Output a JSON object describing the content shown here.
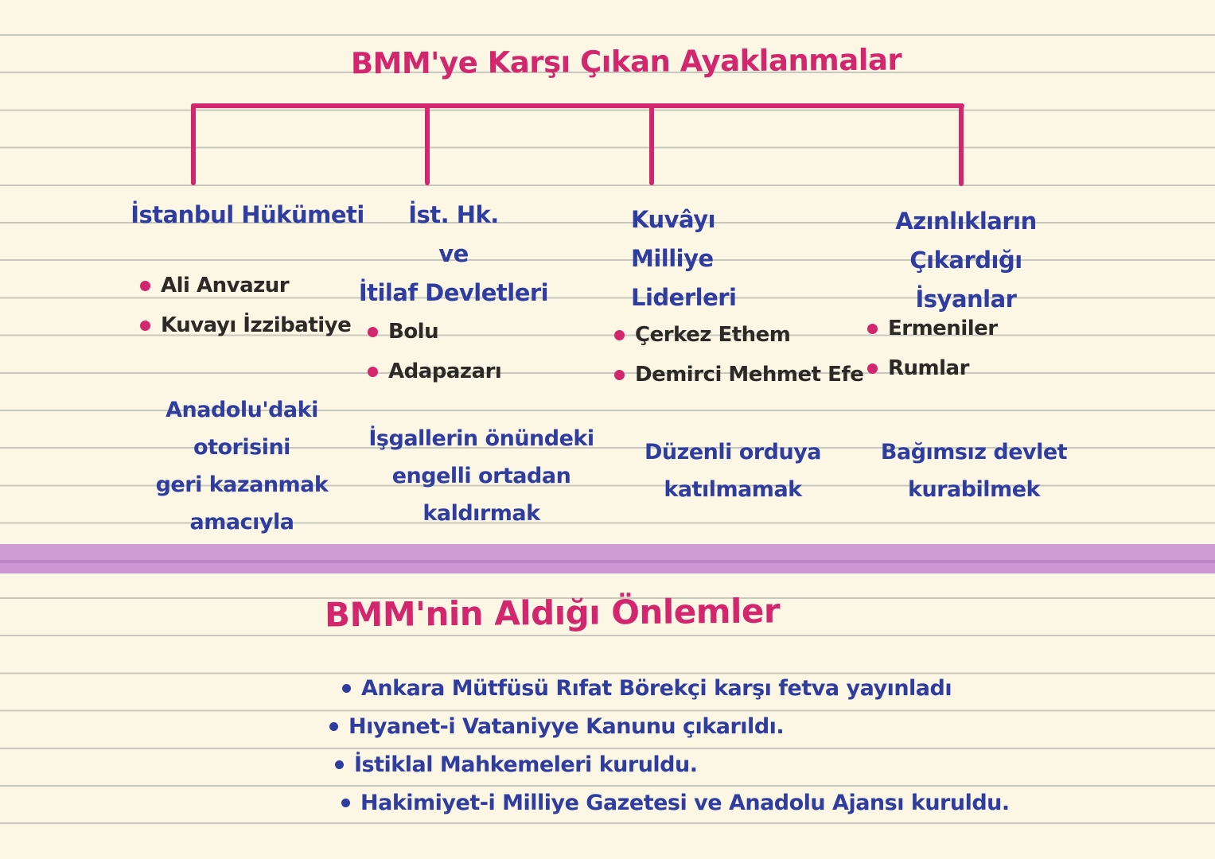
{
  "palette": {
    "paper": "#fbf7e4",
    "rule_line": "#c9c8bf",
    "ink_pink": "#d2276e",
    "ink_blue": "#2f3da0",
    "ink_dark": "#2b2a26",
    "divider_band": "#cc96d2"
  },
  "diagram": {
    "title": "BMM'ye Karşı Çıkan Ayaklanmalar",
    "branches": [
      {
        "header_lines": [
          "İstanbul Hükümeti"
        ],
        "items": [
          "Ali Anvazur",
          "Kuvayı İzzibatiye"
        ],
        "purpose_lines": [
          "Anadolu'daki otorisini",
          "geri kazanmak",
          "amacıyla"
        ]
      },
      {
        "header_lines": [
          "İst. Hk.",
          "ve",
          "İtilaf Devletleri"
        ],
        "items": [
          "Bolu",
          "Adapazarı"
        ],
        "purpose_lines": [
          "İşgallerin önündeki",
          "engelli ortadan",
          "kaldırmak"
        ]
      },
      {
        "header_lines": [
          "Kuvâyı",
          "Milliye",
          "Liderleri"
        ],
        "items": [
          "Çerkez Ethem",
          "Demirci Mehmet Efe"
        ],
        "purpose_lines": [
          "Düzenli orduya",
          "katılmamak"
        ]
      },
      {
        "header_lines": [
          "Azınlıkların",
          "Çıkardığı",
          "İsyanlar"
        ],
        "items": [
          "Ermeniler",
          "Rumlar"
        ],
        "purpose_lines": [
          "Bağımsız devlet",
          "kurabilmek"
        ]
      }
    ]
  },
  "measures": {
    "title": "BMM'nin Aldığı Önlemler",
    "items": [
      "Ankara Mütfüsü Rıfat Börekçi karşı fetva yayınladı",
      "Hıyanet-i Vataniyye Kanunu çıkarıldı.",
      "İstiklal Mahkemeleri kuruldu.",
      "Hakimiyet-i Milliye Gazetesi ve Anadolu Ajansı kuruldu."
    ]
  }
}
